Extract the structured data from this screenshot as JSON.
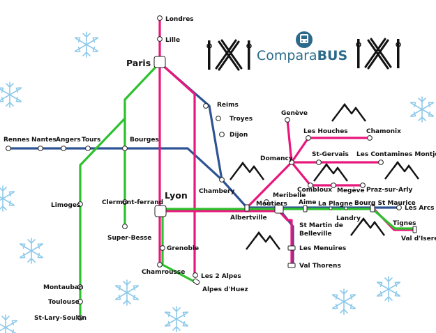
{
  "brand": {
    "name_light": "Compara",
    "name_bold": "BUS",
    "icon": "bus-icon",
    "color": "#2b6a8a"
  },
  "colors": {
    "pink": "#e8177c",
    "blue": "#2e5394",
    "green": "#2dc12d",
    "snow": "#8ec9ea"
  },
  "stations": {
    "londres": "Londres",
    "lille": "Lille",
    "paris": "Paris",
    "reims": "Reims",
    "troyes": "Troyes",
    "dijon": "Dijon",
    "rennes": "Rennes",
    "nantes": "Nantes",
    "angers": "Angers",
    "tours": "Tours",
    "bourges": "Bourges",
    "limoges": "Limoges",
    "clermont": "Clermont-ferrand",
    "superbesse": "Super-Besse",
    "lyon": "Lyon",
    "chambery": "Chambery",
    "grenoble": "Grenoble",
    "chamrousse": "Chamrousse",
    "les2alpes": "Les 2 Alpes",
    "alpedhuez": "Alpes d'Huez",
    "montauban": "Montauban",
    "toulouse": "Toulouse",
    "stlary": "St-Lary-Soulan",
    "geneve": "Genève",
    "leshouches": "Les Houches",
    "chamonix": "Chamonix",
    "domancy": "Domancy",
    "stgervais": "St-Gervais",
    "contamines": "Les Contamines Montjoie",
    "combloux": "Combloux",
    "megeve": "Megève",
    "praz": "Praz-sur-Arly",
    "albertville": "Albertville",
    "meribelle": "Meribelle",
    "moutiers": "Moutiers",
    "aime": "Aime",
    "laplagne": "La Plagne",
    "landry": "Landry",
    "bourgstmaurice": "Bourg St Maurice",
    "lesarcs": "Les Arcs",
    "tignes": "Tignes",
    "valdisere": "Val d'Isere",
    "stmartin1": "St Martin de",
    "stmartin2": "Belleville",
    "lesmenuires": "Les Menuires",
    "valthorens": "Val Thorens"
  }
}
